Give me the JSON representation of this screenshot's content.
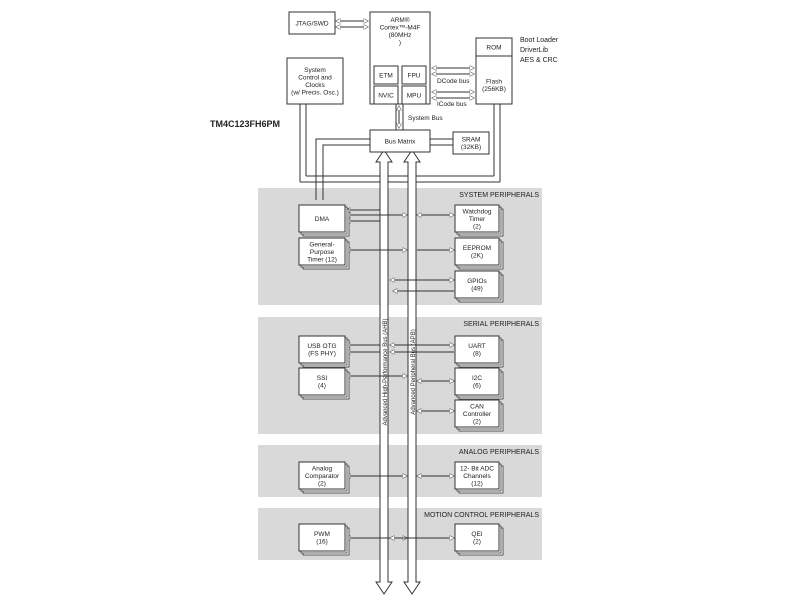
{
  "device_title": "TM4C123FH6PM",
  "blocks": {
    "jtag": {
      "lines": [
        "JTAG/SWD"
      ]
    },
    "arm": {
      "lines": [
        "ARM®",
        "Cortex™-M4F",
        "(80MHz",
        ")"
      ]
    },
    "etm": {
      "lines": [
        "ETM"
      ]
    },
    "fpu": {
      "lines": [
        "FPU"
      ]
    },
    "nvic": {
      "lines": [
        "NVIC"
      ]
    },
    "mpu": {
      "lines": [
        "MPU"
      ]
    },
    "sysctl": {
      "lines": [
        "System",
        "Control and",
        "Clocks",
        "(w/ Precis. Osc.)"
      ]
    },
    "rom": {
      "lines": [
        "ROM"
      ]
    },
    "flash": {
      "lines": [
        "Flash",
        "(256KB)"
      ]
    },
    "busmatrix": {
      "lines": [
        "Bus Matrix"
      ]
    },
    "sram": {
      "lines": [
        "SRAM",
        "(32KB)"
      ]
    },
    "dma": {
      "lines": [
        "DMA"
      ]
    },
    "gptimer": {
      "lines": [
        "General-",
        "Purpose",
        "Timer (12)"
      ]
    },
    "watchdog": {
      "lines": [
        "Watchdog",
        "Timer",
        "(2)"
      ]
    },
    "eeprom": {
      "lines": [
        "EEPROM",
        "(2K)"
      ]
    },
    "gpio": {
      "lines": [
        "GPIOs",
        "(49)"
      ]
    },
    "usb": {
      "lines": [
        "USB OTG",
        "(FS PHY)"
      ]
    },
    "ssi": {
      "lines": [
        "SSI",
        "(4)"
      ]
    },
    "uart": {
      "lines": [
        "UART",
        "(8)"
      ]
    },
    "i2c": {
      "lines": [
        "I2C",
        "(6)"
      ]
    },
    "can": {
      "lines": [
        "CAN",
        "Controller",
        "(2)"
      ]
    },
    "comparator": {
      "lines": [
        "Analog",
        "Comparator",
        "(2)"
      ]
    },
    "adc": {
      "lines": [
        "12- Bit ADC",
        "Channels",
        "(12)"
      ]
    },
    "pwm": {
      "lines": [
        "PWM",
        "(16)"
      ]
    },
    "qei": {
      "lines": [
        "QEI",
        "(2)"
      ]
    }
  },
  "rom_notes": [
    "Boot Loader",
    "DriverLib",
    "AES & CRC"
  ],
  "bus_labels": {
    "dcode": "DCode bus",
    "icode": "ICode bus",
    "system": "System Bus",
    "ahb": "Advanced High-Performance Bus (AHB)",
    "apb": "Advanced Peripheral Bus (APB)"
  },
  "sections": {
    "system": "SYSTEM PERIPHERALS",
    "serial": "SERIAL PERIPHERALS",
    "analog": "ANALOG PERIPHERALS",
    "motion": "MOTION CONTROL PERIPHERALS"
  }
}
